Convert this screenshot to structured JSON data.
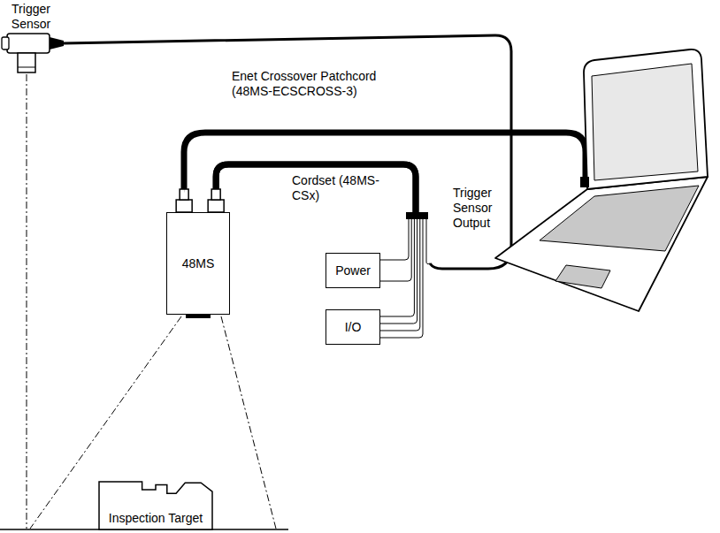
{
  "diagram": {
    "nodes": [
      {
        "text": [
          "48MS"
        ]
      },
      {
        "text": [
          "Power"
        ]
      },
      {
        "text": [
          "I/O"
        ]
      },
      {
        "text": [
          "Inspection Target"
        ]
      }
    ],
    "edges": [
      {
        "from": 0,
        "to": 1,
        "arrow": "none"
      },
      {
        "from": 0,
        "to": 2,
        "arrow": "none"
      }
    ],
    "labels": [
      "Trigger Sensor",
      "Enet Crossover Patchcord (48MS-ECSCROSS-3)",
      "Cordset (48MS-CSx)",
      "Trigger Sensor Output"
    ]
  }
}
